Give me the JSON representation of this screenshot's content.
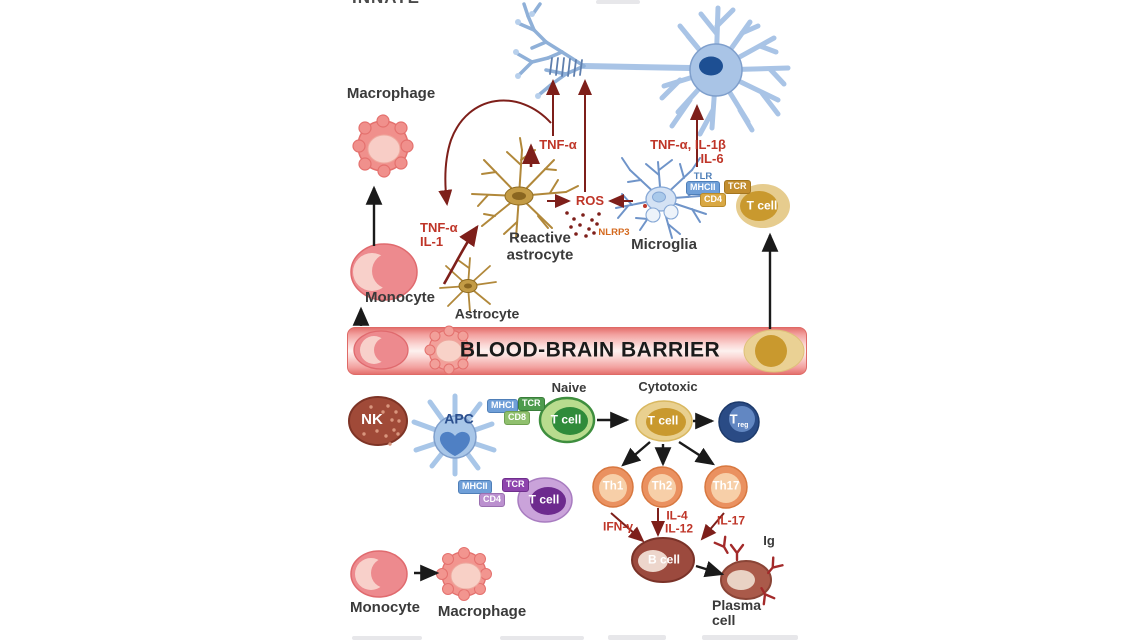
{
  "colors": {
    "cytokine_red": "#bf3528",
    "arrow_dark_red": "#7e1f1a",
    "arrow_black": "#1a1a1a",
    "tcell_gold": "#c9992e",
    "naive_green": "#2f8b3a",
    "treg_blue": "#2a4b85",
    "th_orange": "#ea9160",
    "bcell_maroon": "#9c4a3e",
    "monocyte_pink": "#ed8a8e",
    "neuron_blue": "#a9c4e6",
    "astrocyte_gold": "#b1883a",
    "barrier_pink": "#f2a09e"
  },
  "header": {
    "fragment": "INNATE"
  },
  "cns": {
    "macrophage_label": "Macrophage",
    "monocyte_label": "Monocyte",
    "tnf_il1_line1": "TNF-α",
    "tnf_il1_line2": "IL-1",
    "astrocyte_label": "Astrocyte",
    "reactive_line1": "Reactive",
    "reactive_line2": "astrocyte",
    "tnf_label": "TNF-α",
    "ros_label": "ROS",
    "nlrp3_label": "NLRP3",
    "tlr_label": "TLR",
    "microglia_label": "Microglia",
    "cytokines_line1": "TNF-α, IL-1β",
    "cytokines_line2": "IL-6",
    "badges": {
      "mhc2": "MHCII",
      "tcr": "TCR",
      "cd4": "CD4"
    },
    "tcell_label": "T cell"
  },
  "barrier": {
    "label": "BLOOD-BRAIN BARRIER"
  },
  "periphery": {
    "nk_label": "NK",
    "apc_label": "APC",
    "badges_cd8": {
      "mhc1": "MHCI",
      "tcr": "TCR",
      "cd8": "CD8"
    },
    "badges_cd4": {
      "mhc2": "MHCII",
      "tcr": "TCR",
      "cd4": "CD4"
    },
    "naive_label": "Naive",
    "naive_tcell": "T cell",
    "cytotoxic_label": "Cytotoxic",
    "cytotoxic_tcell": "T cell",
    "treg_main": "T",
    "treg_sub": "reg",
    "cd4_tcell": "T cell",
    "th1": "Th1",
    "th2": "Th2",
    "th17": "Th17",
    "ifng": "IFN-γ",
    "il4": "IL-4",
    "il12": "IL-12",
    "il17": "IL-17",
    "bcell_label": "B cell",
    "ig_label": "Ig",
    "plasma_line1": "Plasma",
    "plasma_line2": "cell",
    "monocyte_label": "Monocyte",
    "macrophage_label": "Macrophage"
  }
}
